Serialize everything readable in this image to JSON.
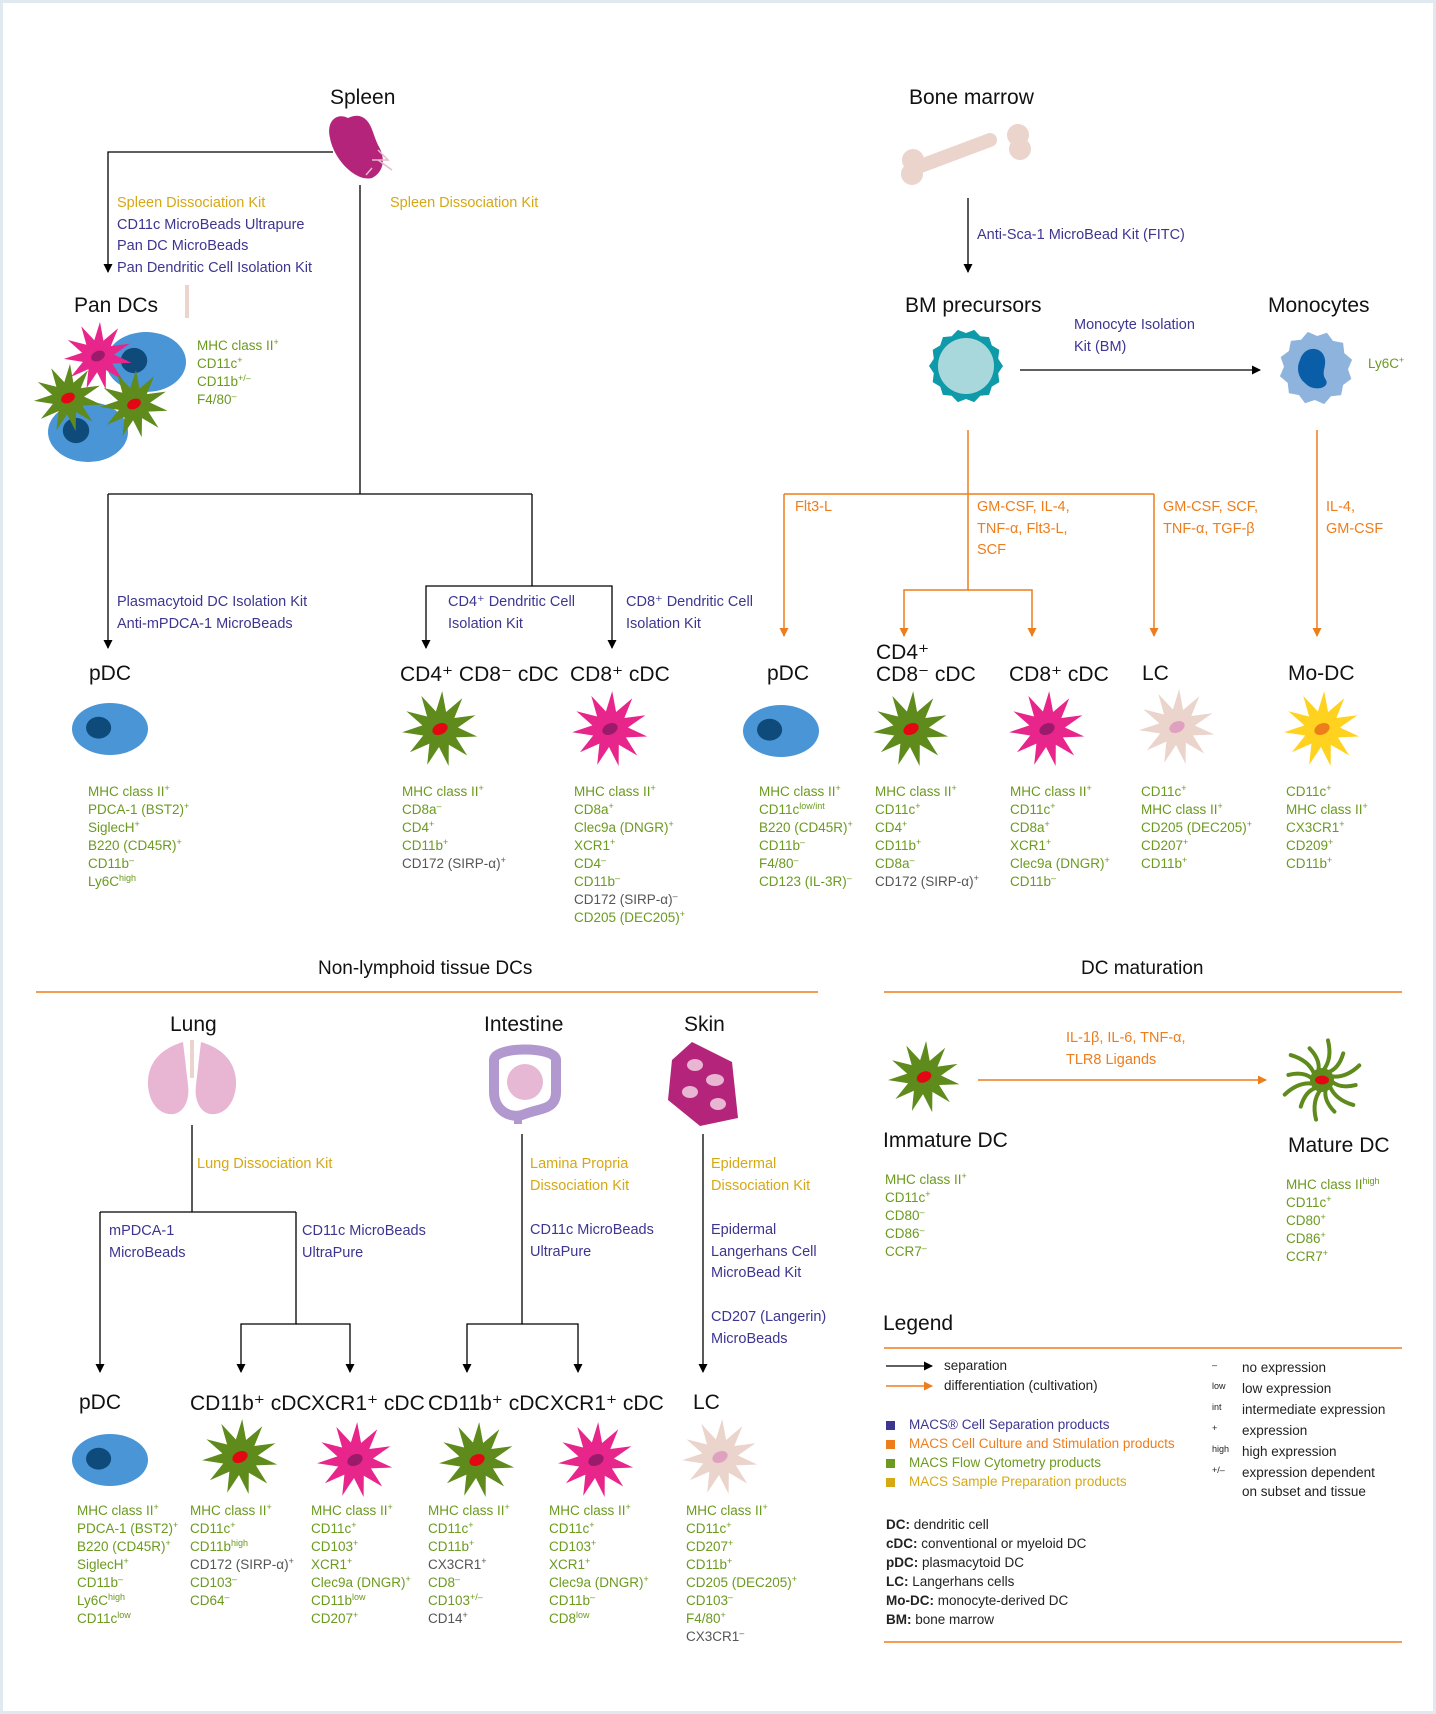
{
  "colors": {
    "separation": "#000000",
    "differentiation": "#ee7d1c",
    "cell_separation": "#3d3690",
    "cell_culture": "#ee7d1c",
    "flow_cytometry": "#6b9a1f",
    "sample_prep": "#d6a814"
  },
  "sources": {
    "spleen": "Spleen",
    "bone_marrow": "Bone marrow",
    "bm_precursors": "BM precursors",
    "monocytes": "Monocytes",
    "lung": "Lung",
    "intestine": "Intestine",
    "skin": "Skin"
  },
  "sections": {
    "non_lymphoid": "Non-lymphoid tissue DCs",
    "maturation": "DC maturation",
    "legend": "Legend"
  },
  "kits": {
    "spleen_left": [
      "Spleen Dissociation Kit",
      "CD11c MicroBeads Ultrapure",
      "Pan DC MicroBeads",
      "Pan Dendritic Cell Isolation Kit"
    ],
    "spleen_right": "Spleen Dissociation Kit",
    "sca1": "Anti-Sca-1 MicroBead Kit (FITC)",
    "monocyte": [
      "Monocyte Isolation",
      "Kit (BM)"
    ],
    "pdc_kit": [
      "Plasmacytoid DC Isolation Kit",
      "Anti-mPDCA-1 MicroBeads"
    ],
    "cd4_kit": [
      "CD4⁺ Dendritic Cell",
      "Isolation Kit"
    ],
    "cd8_kit": [
      "CD8⁺ Dendritic Cell",
      "Isolation Kit"
    ],
    "lung_diss": "Lung Dissociation Kit",
    "mpdca": [
      "mPDCA-1",
      "MicroBeads"
    ],
    "cd11c_lung": [
      "CD11c MicroBeads",
      "UltraPure"
    ],
    "lamina": [
      "Lamina Propria",
      "Dissociation Kit"
    ],
    "cd11c_int": [
      "CD11c MicroBeads",
      "UltraPure"
    ],
    "epidermal_diss": [
      "Epidermal",
      "Dissociation Kit"
    ],
    "epidermal_lc": [
      "Epidermal",
      "Langerhans Cell",
      "MicroBead Kit"
    ],
    "cd207": [
      "CD207 (Langerin)",
      "MicroBeads"
    ]
  },
  "cytokines": {
    "flt3": "Flt3-L",
    "gm_mid": [
      "GM-CSF, IL-4,",
      "TNF-α, Flt3-L,",
      "SCF"
    ],
    "gm_lc": [
      "GM-CSF, SCF,",
      "TNF-α, TGF-β"
    ],
    "il4": [
      "IL-4,",
      "GM-CSF"
    ],
    "maturation": [
      "IL-1β, IL-6, TNF-α,",
      "TLR8 Ligands"
    ]
  },
  "cells": {
    "pan_dcs": "Pan DCs",
    "spl_pdc": "pDC",
    "spl_cd4": "CD4⁺ CD8⁻ cDC",
    "spl_cd8": "CD8⁺ cDC",
    "bm_pdc": "pDC",
    "bm_cd4_a": "CD4⁺",
    "bm_cd4_b": "CD8⁻ cDC",
    "bm_cd8": "CD8⁺ cDC",
    "bm_lc": "LC",
    "mo_dc": "Mo-DC",
    "lung_pdc": "pDC",
    "lung_cd11b": "CD11b⁺ cDC",
    "lung_xcr1": "XCR1⁺ cDC",
    "int_cd11b": "CD11b⁺ cDC",
    "int_xcr1": "XCR1⁺ cDC",
    "skin_lc": "LC",
    "immature": "Immature DC",
    "mature": "Mature DC"
  },
  "markers": {
    "pan": [
      [
        "MHC class II",
        "+",
        "green"
      ],
      [
        "CD11c",
        "+",
        "green"
      ],
      [
        "CD11b",
        "+/–",
        "green"
      ],
      [
        "F4/80",
        "–",
        "green"
      ]
    ],
    "ly6c": [
      [
        "Ly6C",
        "+",
        "green"
      ]
    ],
    "spl_pdc": [
      [
        "MHC class II",
        "+",
        "green"
      ],
      [
        "PDCA-1 (BST2)",
        "+",
        "green"
      ],
      [
        "SiglecH",
        "+",
        "green"
      ],
      [
        "B220 (CD45R)",
        "+",
        "green"
      ],
      [
        "CD11b",
        "–",
        "green"
      ],
      [
        "Ly6C",
        "high",
        "green"
      ]
    ],
    "spl_cd4": [
      [
        "MHC class II",
        "+",
        "green"
      ],
      [
        "CD8a",
        "–",
        "green"
      ],
      [
        "CD4",
        "+",
        "green"
      ],
      [
        "CD11b",
        "+",
        "green"
      ],
      [
        "CD172 (SIRP-α)",
        "+",
        "grey"
      ]
    ],
    "spl_cd8": [
      [
        "MHC class II",
        "+",
        "green"
      ],
      [
        "CD8a",
        "+",
        "green"
      ],
      [
        "Clec9a (DNGR)",
        "+",
        "green"
      ],
      [
        "XCR1",
        "+",
        "green"
      ],
      [
        "CD4",
        "–",
        "green"
      ],
      [
        "CD11b",
        "–",
        "green"
      ],
      [
        "CD172 (SIRP-α)",
        "–",
        "grey"
      ],
      [
        "CD205 (DEC205)",
        "+",
        "green"
      ]
    ],
    "bm_pdc": [
      [
        "MHC class II",
        "+",
        "green"
      ],
      [
        "CD11c",
        "low/int",
        "green"
      ],
      [
        "B220 (CD45R)",
        "+",
        "green"
      ],
      [
        "CD11b",
        "–",
        "green"
      ],
      [
        "F4/80",
        "–",
        "green"
      ],
      [
        "CD123 (IL-3R)",
        "–",
        "green"
      ]
    ],
    "bm_cd4": [
      [
        "MHC class II",
        "+",
        "green"
      ],
      [
        "CD11c",
        "+",
        "green"
      ],
      [
        "CD4",
        "+",
        "green"
      ],
      [
        "CD11b",
        "+",
        "green"
      ],
      [
        "CD8a",
        "–",
        "green"
      ],
      [
        "CD172 (SIRP-α)",
        "+",
        "grey"
      ]
    ],
    "bm_cd8": [
      [
        "MHC class II",
        "+",
        "green"
      ],
      [
        "CD11c",
        "+",
        "green"
      ],
      [
        "CD8a",
        "+",
        "green"
      ],
      [
        "XCR1",
        "+",
        "green"
      ],
      [
        "Clec9a (DNGR)",
        "+",
        "green"
      ],
      [
        "CD11b",
        "–",
        "green"
      ]
    ],
    "bm_lc": [
      [
        "CD11c",
        "+",
        "green"
      ],
      [
        "MHC class II",
        "+",
        "green"
      ],
      [
        "CD205 (DEC205)",
        "+",
        "green"
      ],
      [
        "CD207",
        "+",
        "green"
      ],
      [
        "CD11b",
        "+",
        "green"
      ]
    ],
    "mo_dc": [
      [
        "CD11c",
        "+",
        "green"
      ],
      [
        "MHC class II",
        "+",
        "green"
      ],
      [
        "CX3CR1",
        "+",
        "green"
      ],
      [
        "CD209",
        "+",
        "green"
      ],
      [
        "CD11b",
        "+",
        "green"
      ]
    ],
    "lung_pdc": [
      [
        "MHC class II",
        "+",
        "green"
      ],
      [
        "PDCA-1 (BST2)",
        "+",
        "green"
      ],
      [
        "B220 (CD45R)",
        "+",
        "green"
      ],
      [
        "SiglecH",
        "+",
        "green"
      ],
      [
        "CD11b",
        "–",
        "green"
      ],
      [
        "Ly6C",
        "high",
        "green"
      ],
      [
        "CD11c",
        "low",
        "green"
      ]
    ],
    "lung_cd11b": [
      [
        "MHC class II",
        "+",
        "green"
      ],
      [
        "CD11c",
        "+",
        "green"
      ],
      [
        "CD11b",
        "high",
        "green"
      ],
      [
        "CD172 (SIRP-α)",
        "+",
        "grey"
      ],
      [
        "CD103",
        "–",
        "green"
      ],
      [
        "CD64",
        "–",
        "green"
      ]
    ],
    "lung_xcr1": [
      [
        "MHC class II",
        "+",
        "green"
      ],
      [
        "CD11c",
        "+",
        "green"
      ],
      [
        "CD103",
        "+",
        "green"
      ],
      [
        "XCR1",
        "+",
        "green"
      ],
      [
        "Clec9a (DNGR)",
        "+",
        "green"
      ],
      [
        "CD11b",
        "low",
        "green"
      ],
      [
        "CD207",
        "+",
        "green"
      ]
    ],
    "int_cd11b": [
      [
        "MHC class II",
        "+",
        "green"
      ],
      [
        "CD11c",
        "+",
        "green"
      ],
      [
        "CD11b",
        "+",
        "green"
      ],
      [
        "CX3CR1",
        "+",
        "grey"
      ],
      [
        "CD8",
        "–",
        "green"
      ],
      [
        "CD103",
        "+/–",
        "green"
      ],
      [
        "CD14",
        "+",
        "grey"
      ]
    ],
    "int_xcr1": [
      [
        "MHC class II",
        "+",
        "green"
      ],
      [
        "CD11c",
        "+",
        "green"
      ],
      [
        "CD103",
        "+",
        "green"
      ],
      [
        "XCR1",
        "+",
        "green"
      ],
      [
        "Clec9a (DNGR)",
        "+",
        "green"
      ],
      [
        "CD11b",
        "–",
        "green"
      ],
      [
        "CD8",
        "low",
        "green"
      ]
    ],
    "skin_lc": [
      [
        "MHC class II",
        "+",
        "green"
      ],
      [
        "CD11c",
        "+",
        "green"
      ],
      [
        "CD207",
        "+",
        "green"
      ],
      [
        "CD11b",
        "+",
        "green"
      ],
      [
        "CD205 (DEC205)",
        "+",
        "green"
      ],
      [
        "CD103",
        "–",
        "green"
      ],
      [
        "F4/80",
        "+",
        "green"
      ],
      [
        "CX3CR1",
        "–",
        "grey"
      ]
    ],
    "immature": [
      [
        "MHC class II",
        "+",
        "green"
      ],
      [
        "CD11c",
        "+",
        "green"
      ],
      [
        "CD80",
        "–",
        "green"
      ],
      [
        "CD86",
        "–",
        "green"
      ],
      [
        "CCR7",
        "–",
        "green"
      ]
    ],
    "mature": [
      [
        "MHC class II",
        "high",
        "green"
      ],
      [
        "CD11c",
        "+",
        "green"
      ],
      [
        "CD80",
        "+",
        "green"
      ],
      [
        "CD86",
        "+",
        "green"
      ],
      [
        "CCR7",
        "+",
        "green"
      ]
    ]
  },
  "legend": {
    "separation": "separation",
    "differentiation": "differentiation (cultivation)",
    "products": [
      {
        "label": "MACS® Cell Separation products",
        "color": "#3d3690"
      },
      {
        "label": "MACS Cell Culture and Stimulation products",
        "color": "#ee7d1c"
      },
      {
        "label": "MACS Flow Cytometry products",
        "color": "#6b9a1f"
      },
      {
        "label": "MACS Sample Preparation products",
        "color": "#d6a814"
      }
    ],
    "expression": [
      {
        "sym": "–",
        "text": "no expression"
      },
      {
        "sym": "low",
        "text": "low expression"
      },
      {
        "sym": "int",
        "text": "intermediate expression"
      },
      {
        "sym": "+",
        "text": "expression"
      },
      {
        "sym": "high",
        "text": "high expression"
      },
      {
        "sym": "+/–",
        "text": "expression dependent"
      },
      {
        "sym": "",
        "text": "on subset and tissue"
      }
    ],
    "abbrev": [
      {
        "abbr": "DC:",
        "text": " dendritic cell"
      },
      {
        "abbr": "cDC:",
        "text": " conventional or myeloid DC"
      },
      {
        "abbr": "pDC:",
        "text": " plasmacytoid DC"
      },
      {
        "abbr": "LC:",
        "text": " Langerhans cells"
      },
      {
        "abbr": "Mo-DC:",
        "text": " monocyte-derived DC"
      },
      {
        "abbr": "BM:",
        "text": " bone marrow"
      }
    ]
  }
}
